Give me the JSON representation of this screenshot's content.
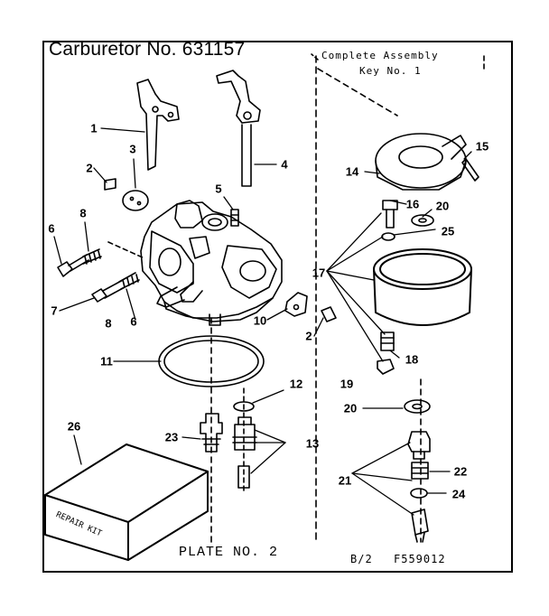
{
  "header": {
    "title": "Carburetor No. 631157",
    "assembly_line1": "Complete Assembly",
    "assembly_line2": "Key No. 1"
  },
  "footer": {
    "plate": "PLATE NO. 2",
    "code_left": "B/2",
    "code_right": "F559012"
  },
  "kit": {
    "text": "REPAIR KIT"
  },
  "callouts": [
    "1",
    "2",
    "3",
    "4",
    "5",
    "6",
    "7",
    "8",
    "8",
    "6",
    "10",
    "2",
    "11",
    "12",
    "13",
    "23",
    "26",
    "14",
    "15",
    "16",
    "20",
    "25",
    "17",
    "18",
    "19",
    "20",
    "21",
    "22",
    "24"
  ]
}
